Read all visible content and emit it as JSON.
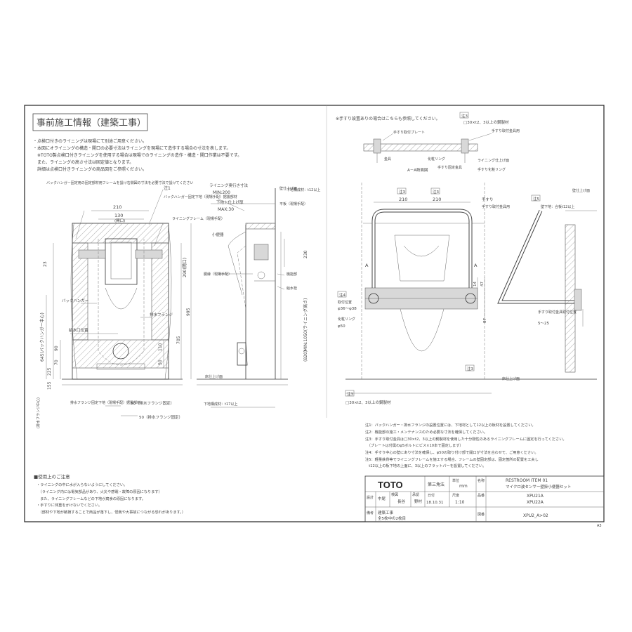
{
  "title": "事前施工情報（建築工事）",
  "intro_notes": [
    "・点検口付きのライニングは現場にて別途ご用意ください。",
    "・本図にオライニングの構造・開口の必要寸法はライニングを現場にて造作する場合の寸法を表します。",
    "　※TOTO製点検口付きライニングを使用する場合は現場でのライニングの造作・構造・開口作業は不要です。",
    "　また、ライニングの高さ寸法は固定値となります。",
    "　詳細は点検口付きライニングの商品図をご参照ください。"
  ],
  "front_labels": {
    "backhanger_note": "バックハンガー固定用の固定部材用フレームを設け右側図の寸法を必要寸法で設けてください",
    "note1": "注1",
    "backhanger_fix": "バックハンガー固定下地（現場手配）据置部材",
    "lining_frame": "ライニングフレーム（現場手配）",
    "dim_210": "210",
    "dim_130": "130",
    "opening": "(開口)",
    "backhanger": "バックハンガー",
    "drain_flange": "排水フランジ",
    "water_supply": "給水口位置",
    "dim_23": "23",
    "dim_290": "290(開口)",
    "dim_705": "705",
    "dim_995": "995",
    "dim_645": "645(バックハンガー中心)",
    "dim_225": "225",
    "dim_155": "155",
    "dim_70": "70",
    "dim_90": "90",
    "dim_110": "110",
    "dim_50": "50",
    "drain_flange_center": "(排水フランジ中心)",
    "flange_fix": "排水フランジ固定下地（現場手配）据置部材",
    "dim_50a": "50（排水フランジ固定）",
    "dim_50b": "50（排水フランジ固定）"
  },
  "side_labels": {
    "lining_depth": "ライニング奥行き寸法",
    "min200": "MIN:200",
    "lower_thk": "下地＋仕上げ厚",
    "max30": "MAX:30",
    "urinal": "小便器",
    "wall_finish": "壁仕上げ面",
    "lower_material": "下地構成材：t12以上",
    "plywood": "平板（現場手配）",
    "furring": "胴縁（現場手配）",
    "sensor": "機能部",
    "water_port": "給水栓",
    "dim_230": "230",
    "dim_1050": "MIN:1050(ライニング高さ)",
    "dim_820": "(820)",
    "floor_finish": "床仕上げ面",
    "lower_t17": "下地構成材：t17以上"
  },
  "handrail_detail": {
    "title_note": "※手すり設置ありの場合はこちらも参照してください。",
    "note3": "注3",
    "plate_spec": "□30×t2、3以上の鋼製材",
    "wall_plate": "手すり取付プレート",
    "rail_spec": "手すり取付金具用",
    "anchor": "金具",
    "washer": "化粧リング",
    "rail_fix": "手すり固定金具",
    "lining_wall": "ライニング仕上げ面",
    "section": "A－A断面図",
    "cover": "手すり化粧リング"
  },
  "handrail_front": {
    "note3a": "注3",
    "note3b": "注3",
    "note5": "注5",
    "dim_210a": "210",
    "dim_210b": "210",
    "handrail": "手すり",
    "rail_fix": "手すり取付金具用",
    "wall_finish": "壁仕上げ面",
    "lower_t12": "壁下地：合板t12以上",
    "mark_a1": "A",
    "mark_a2": "A",
    "note4": "注4",
    "bolt": "取付位置",
    "bolt_dim": "φ36～φ38",
    "washer_ring": "化粧リング",
    "phi50": "φ50",
    "dim_14": "14",
    "dim_47": "47",
    "dim_87": "87",
    "note3c": "注3",
    "note3d": "注3",
    "plate_spec2": "□30×t2、3以上の鋼製材",
    "floor_finish": "床仕上げ面",
    "rail_pos": "手すり取付金具取付位置",
    "rail_size": "5～25"
  },
  "bottom_notes": [
    "注1：バックハンガー・排水フランジの設置位置には、下地材として12以上の板材を設置してください。",
    "注2：機能部の施工・メンテナンスのため必要な寸法を確保してください。",
    "注3：手すり取付金具は□30×t2、3以上の鋼製材を使用した十分剛性のあるライニングフレームに固定を行ってください。",
    "　（プレートは付属のφ5ボルトにビス×10本で固定します）",
    "注4：手すり中心の壁にあり寸法を確保し、φ50の取り付け部で開口が寸法を合わせて、ご用意ください。",
    "注5：軽量鉄骨等でライニングフレームを施工する場合、フレームの壁固定部は、固定箇所の配置を工夫し",
    "　t12以上の板下地の上面に、3以上のフラットバーを設置してください。"
  ],
  "usage_notes": {
    "title": "■使用上のご注意",
    "items": [
      "・ライニングの中に水が入らないようにしてください。",
      "　（ライニング内には電気部品があり、火災や感電・故障の原因になります）",
      "　また、ライニングフレームなどの下地が腐食の原因になります。",
      "・手すりに体重をかけないでください。",
      "　（部材や下地が破損することで商品が落下し、怪我や大事故につながる恐れがあります。）"
    ]
  },
  "title_block": {
    "logo": "TOTO",
    "projection": "第三角法",
    "unit_label": "単位",
    "unit": "mm",
    "name_label": "名称",
    "name1": "RESTROOM ITEM 01",
    "name2": "マイクロ波センサー壁掛小便器セット",
    "design_label": "設計",
    "checked_label": "検図",
    "approve_label": "承認",
    "design_name": "中尾",
    "checked_name": "長谷",
    "approve_name": "野村",
    "date_label": "日付",
    "date": "18.10.31",
    "scale_label": "尺度",
    "scale": "1:10",
    "product_label": "品番",
    "product1": "XPU21A",
    "product2": "XPU22A",
    "remark_label": "備考",
    "remark1": "建築工事",
    "remark2": "全5枚中の2枚目",
    "drawing_label": "図番",
    "drawing_no": "XPU2_A>02"
  },
  "corner_mark": "A3"
}
